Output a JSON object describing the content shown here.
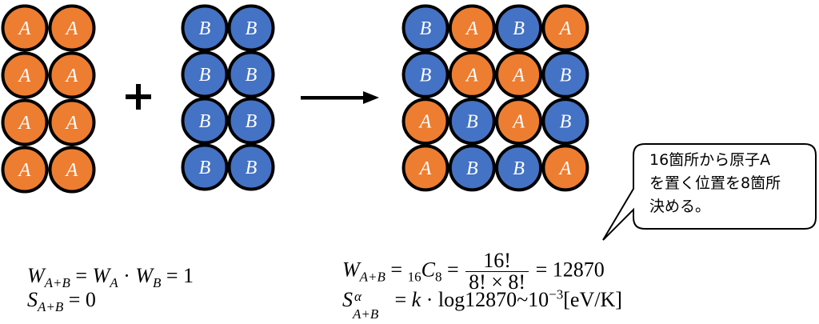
{
  "colors": {
    "atom_a": "#ED7D31",
    "atom_b": "#4472C4",
    "outline": "#000000",
    "label": "#FFFFFF"
  },
  "left_block": {
    "label": "A",
    "rows": [
      [
        "A",
        "A"
      ],
      [
        "A",
        "A"
      ],
      [
        "A",
        "A"
      ],
      [
        "A",
        "A"
      ]
    ]
  },
  "operator": "+",
  "middle_block": {
    "label": "B",
    "rows": [
      [
        "B",
        "B"
      ],
      [
        "B",
        "B"
      ],
      [
        "B",
        "B"
      ],
      [
        "B",
        "B"
      ]
    ]
  },
  "arrow": "right-arrow",
  "mixed_block": {
    "rows": [
      [
        "B",
        "A",
        "B",
        "A"
      ],
      [
        "B",
        "A",
        "A",
        "B"
      ],
      [
        "A",
        "B",
        "A",
        "B"
      ],
      [
        "A",
        "B",
        "B",
        "A"
      ]
    ]
  },
  "callout": {
    "lines": [
      "16箇所から原子A",
      "を置く位置を8箇所",
      "決める。"
    ]
  },
  "formulas_left": {
    "line1": {
      "W": "W",
      "sub_ab": "A+B",
      "eq1": " = ",
      "W2": "W",
      "sub_a": "A",
      "dot": " · ",
      "W3": "W",
      "sub_b": "B",
      "eq2": " = 1"
    },
    "line2": {
      "S": "S",
      "sub_ab": "A+B",
      "eq": " = 0"
    }
  },
  "formulas_right": {
    "line1": {
      "W": "W",
      "sub_ab": "A+B",
      "eq1": " = ",
      "pre_sub": "16",
      "C": "C",
      "sub_8": "8",
      "eq2": " = ",
      "numerator": "16!",
      "denominator": "8! × 8!",
      "eq3": " = 12870"
    },
    "line2": {
      "S": "S",
      "sup_alpha": "α",
      "sub_ab": "A+B",
      "eq": " = ",
      "k": "k",
      "rest": " · log12870~10",
      "exp": "−3",
      "unit": "[eV/K]"
    }
  }
}
